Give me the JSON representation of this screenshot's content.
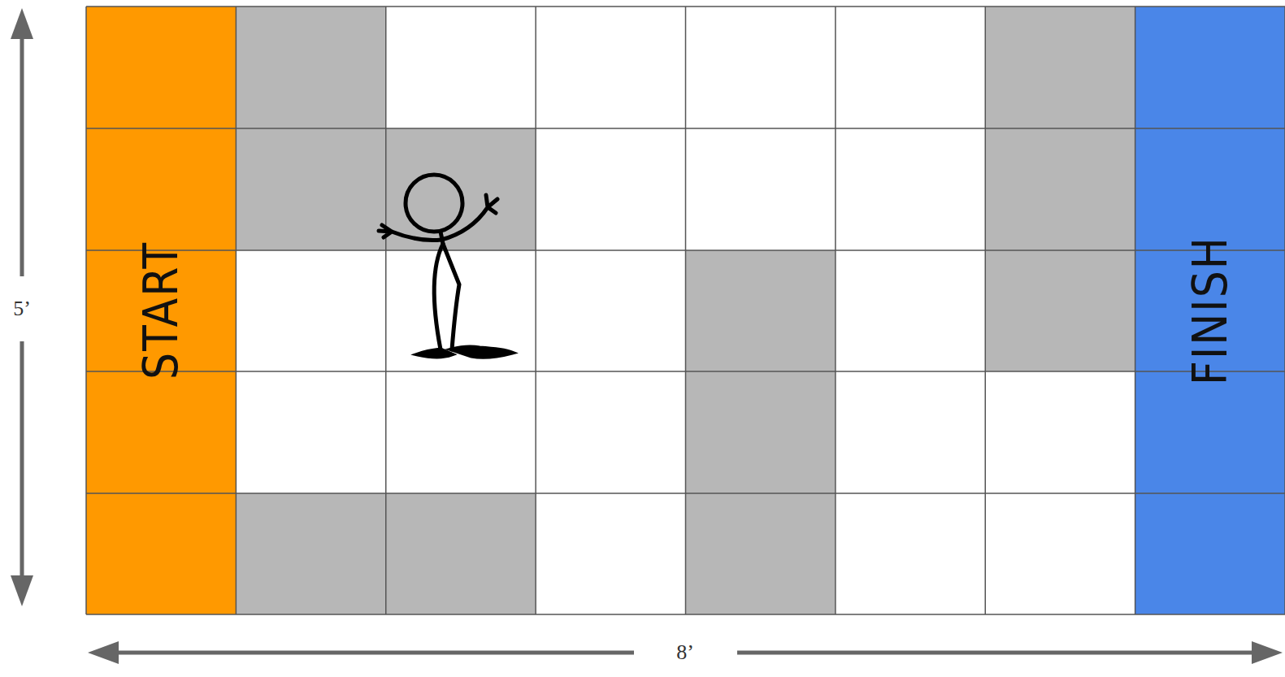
{
  "diagram": {
    "nodes": [
      {
        "text": [
          "START"
        ]
      },
      {
        "text": [
          "FINISH"
        ]
      }
    ],
    "labels": [
      "5’",
      "8’"
    ]
  }
}
